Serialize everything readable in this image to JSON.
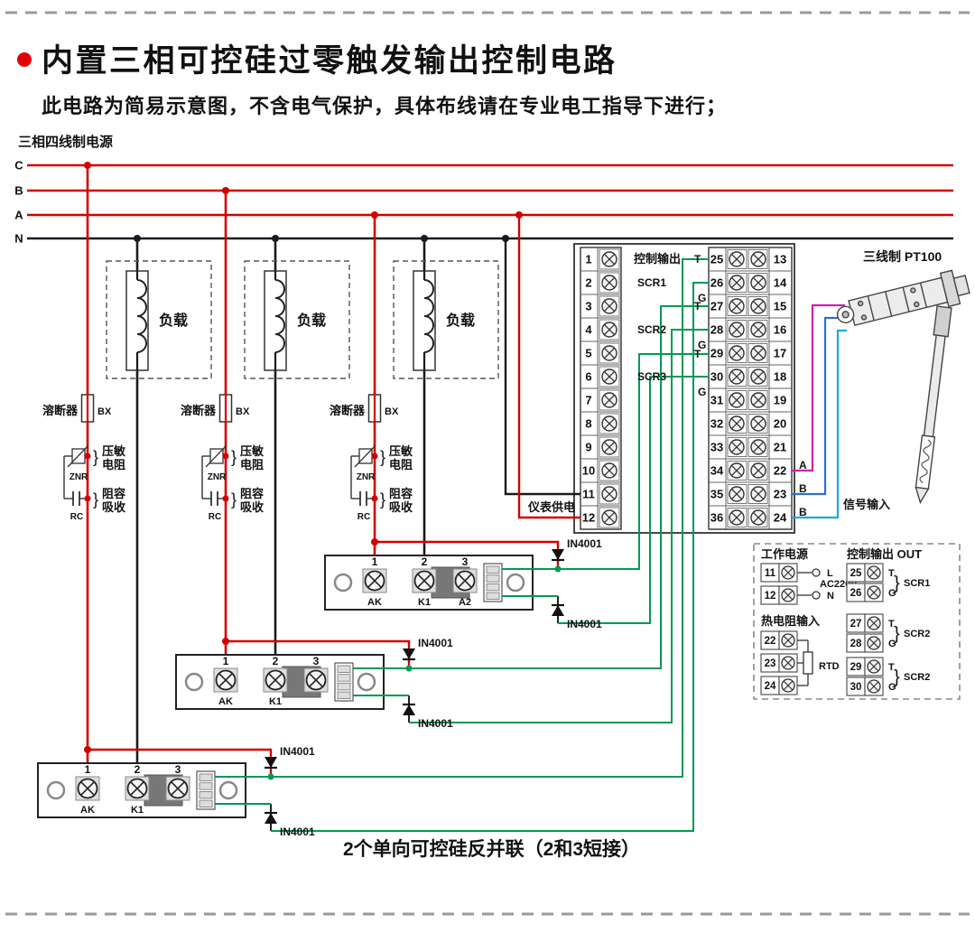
{
  "page": {
    "title": "内置三相可控硅过零触发输出控制电路",
    "subtitle": "此电路为简易示意图，不含电气保护，具体布线请在专业电工指导下进行；",
    "caption": "2个单向可控硅反并联（2和3短接）"
  },
  "colors": {
    "phase": "#d40000",
    "neutral": "#1a1a1a",
    "gate": "#009955",
    "sensor_a": "#cc22aa",
    "sensor_b": "#2f6fd0",
    "sensor_c": "#1fa7dd",
    "bullet": "#e00000"
  },
  "glyphs": {
    "brace_right": "}"
  },
  "power": {
    "label": "三相四线制电源",
    "lines": [
      "C",
      "B",
      "A",
      "N"
    ]
  },
  "load": {
    "label": "负载"
  },
  "fuse": {
    "label": "溶断器",
    "code": "BX"
  },
  "snubber": {
    "varistor": {
      "line1": "压敏",
      "line2": "电阻",
      "ref": "ZNR"
    },
    "rc": {
      "line1": "阻容",
      "line2": "吸收",
      "ref": "RC"
    }
  },
  "module_terminals": [
    "1",
    "2",
    "3"
  ],
  "modules": [
    {
      "pins": [
        "AK",
        "K1",
        "A2"
      ]
    },
    {
      "pins": [
        "AK",
        "K1",
        ""
      ]
    },
    {
      "pins": [
        "AK",
        "K1",
        ""
      ]
    }
  ],
  "diode": {
    "label": "IN4001"
  },
  "terminal_block": {
    "left": [
      "1",
      "2",
      "3",
      "4",
      "5",
      "6",
      "7",
      "8",
      "9",
      "10",
      "11",
      "12"
    ],
    "mid": [
      "25",
      "26",
      "27",
      "28",
      "29",
      "30",
      "31",
      "32",
      "33",
      "34",
      "35",
      "36"
    ],
    "right": [
      "13",
      "14",
      "15",
      "16",
      "17",
      "18",
      "19",
      "20",
      "21",
      "22",
      "23",
      "24"
    ],
    "control_output": "控制输出",
    "t": "T",
    "g": "G",
    "scr": [
      "SCR1",
      "SCR2",
      "SCR3"
    ],
    "instrument_power": "仪表供电",
    "sensor_pins": [
      "A",
      "B",
      "B"
    ],
    "signal_input": "信号输入"
  },
  "sensor": {
    "label": "三线制  PT100"
  },
  "panel": {
    "working_power": {
      "title": "工作电源",
      "rows": [
        "11",
        "12"
      ],
      "l": "L",
      "n": "N",
      "voltage": "AC220V"
    },
    "control_out": {
      "title": "控制输出 OUT",
      "t": "T",
      "g": "G",
      "groups": [
        {
          "t_num": "25",
          "g_num": "26",
          "name": "SCR1"
        },
        {
          "t_num": "27",
          "g_num": "28",
          "name": "SCR2"
        },
        {
          "t_num": "29",
          "g_num": "30",
          "name": "SCR2"
        }
      ]
    },
    "rtd": {
      "title": "热电阻输入",
      "rows": [
        "22",
        "23",
        "24"
      ],
      "ref": "RTD"
    }
  }
}
